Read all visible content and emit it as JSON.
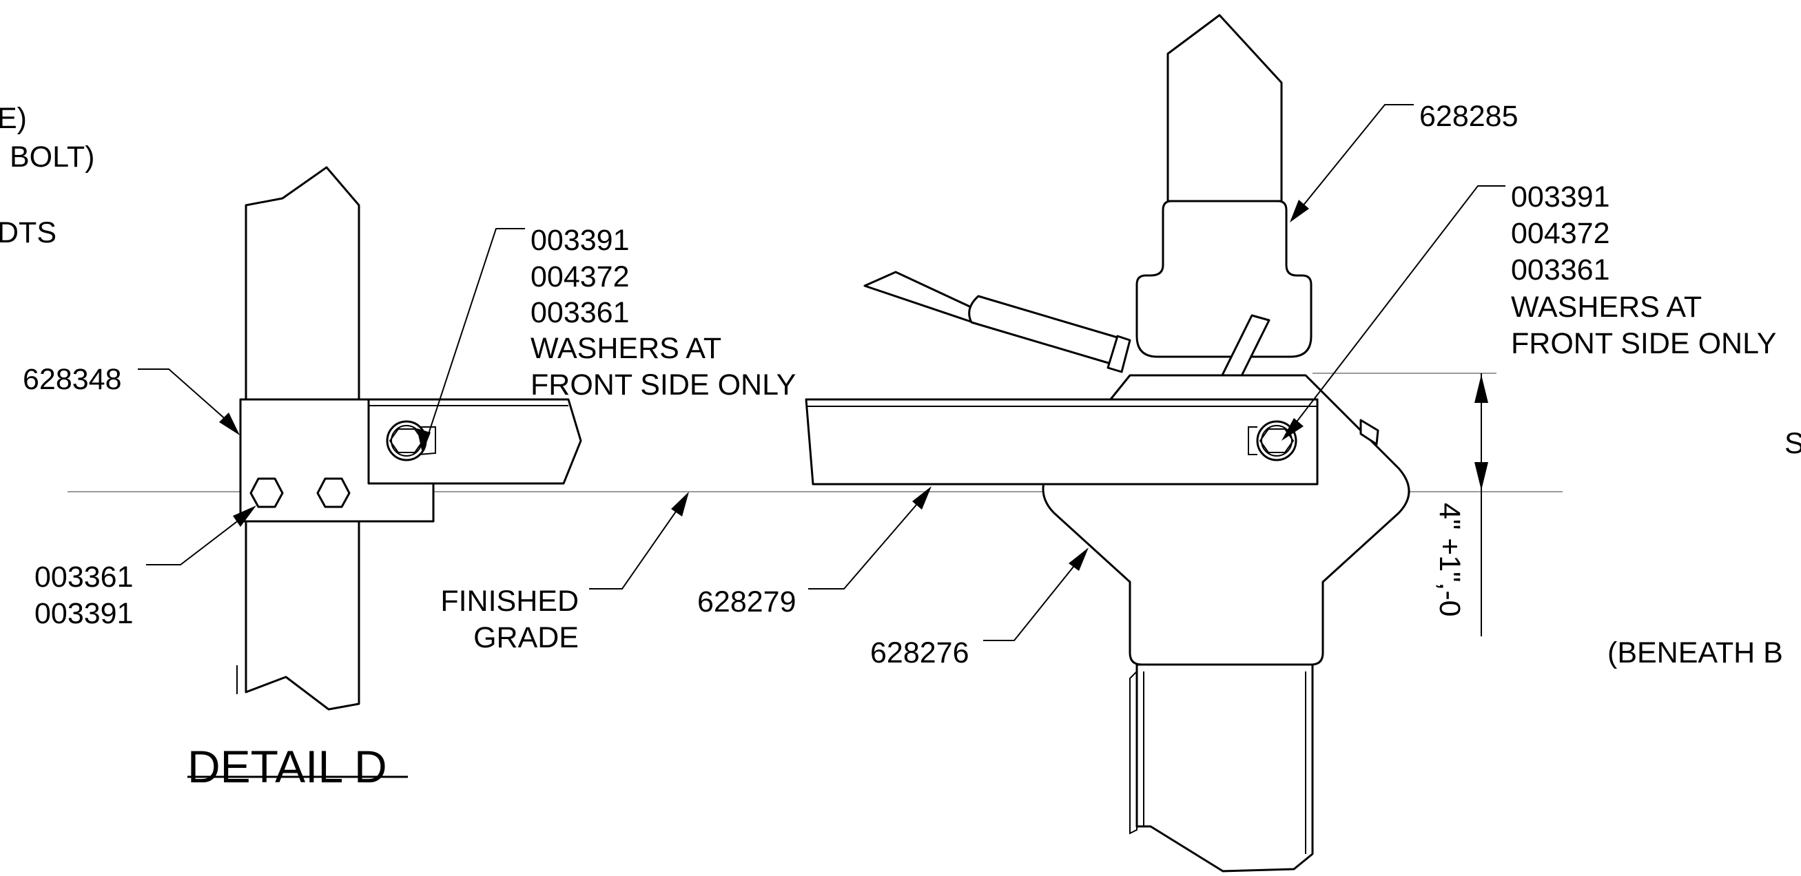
{
  "left_callouts": {
    "line1": "E)",
    "line2": "BOLT)",
    "line3": "DTS"
  },
  "detail_d": {
    "title": "DETAIL D",
    "post_bracket_part": "628348",
    "top_hardware": [
      "003391",
      "004372",
      "003361",
      "WASHERS AT",
      "FRONT SIDE ONLY"
    ],
    "bottom_hardware": [
      "003361",
      "003391"
    ]
  },
  "grade_label": [
    "FINISHED",
    "GRADE"
  ],
  "main_assembly": {
    "rail_part": "628279",
    "base_part": "628276",
    "upper_post_part": "628285",
    "hardware": [
      "003391",
      "004372",
      "003361",
      "WASHERS AT",
      "FRONT SIDE ONLY"
    ],
    "dimension": "4\" +1\",-0"
  },
  "right_callouts": {
    "partial_s": "S",
    "beneath": "(BENEATH B"
  }
}
